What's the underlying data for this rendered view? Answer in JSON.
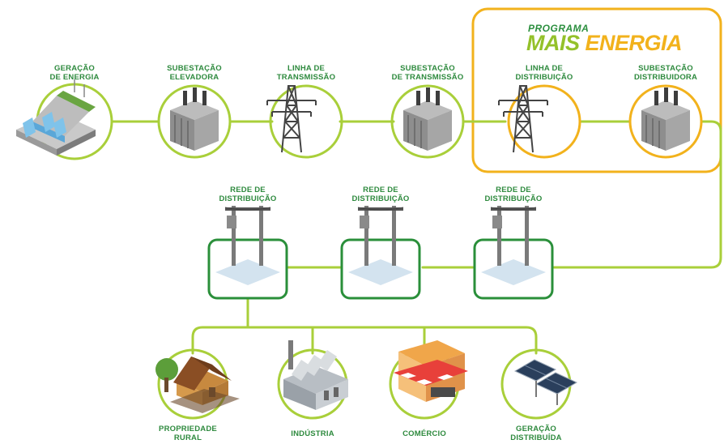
{
  "brand": {
    "top": "PROGRAMA",
    "main_a": "MAIS",
    "main_b": "ENERGIA"
  },
  "colors": {
    "line": "#a9cf3a",
    "highlight": "#f2b21c",
    "box": "#2a8f3a",
    "label": "#2e8a3e"
  },
  "chain": [
    {
      "label": "GERAÇÃO\nDE ENERGIA",
      "icon": "hydro-plant-icon"
    },
    {
      "label": "SUBESTAÇÃO\nELEVADORA",
      "icon": "transformer-icon"
    },
    {
      "label": "LINHA DE\nTRANSMISSÃO",
      "icon": "transmission-tower-icon"
    },
    {
      "label": "SUBESTAÇÃO\nDE TRANSMISSÃO",
      "icon": "transformer-icon"
    },
    {
      "label": "LINHA DE\nDISTRIBUIÇÃO",
      "icon": "transmission-tower-icon"
    },
    {
      "label": "SUBESTAÇÃO\nDISTRIBUIDORA",
      "icon": "transformer-icon"
    }
  ],
  "networks": [
    {
      "label": "REDE DE\nDISTRIBUIÇÃO",
      "icon": "utility-pole-icon"
    },
    {
      "label": "REDE DE\nDISTRIBUIÇÃO",
      "icon": "utility-pole-icon"
    },
    {
      "label": "REDE DE\nDISTRIBUIÇÃO",
      "icon": "utility-pole-icon"
    }
  ],
  "consumers": [
    {
      "label": "PROPRIEDADE\nRURAL",
      "icon": "farmhouse-icon"
    },
    {
      "label": "INDÚSTRIA",
      "icon": "factory-icon"
    },
    {
      "label": "COMÉRCIO",
      "icon": "shop-icon"
    },
    {
      "label": "GERAÇÃO\nDISTRIBUÍDA",
      "icon": "solar-panel-icon"
    }
  ]
}
